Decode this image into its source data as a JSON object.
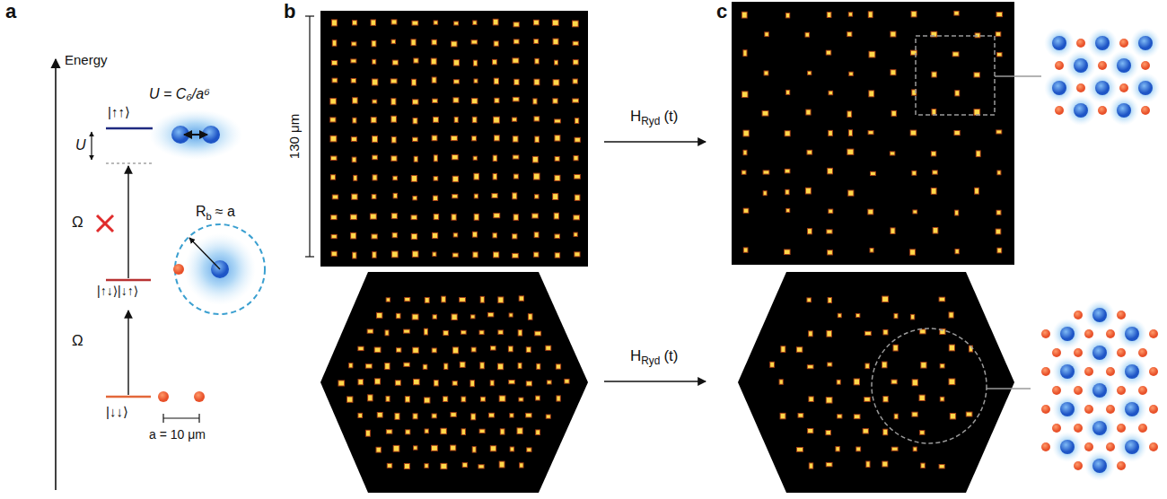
{
  "diagram": {
    "labels": [
      "a",
      "b",
      "c",
      "Energy",
      "|↑↑⟩",
      "U = C₆/a⁶",
      "U",
      "Ω",
      "R",
      "b",
      "≈ a",
      "|↑↓⟩|↓↑⟩",
      "Ω",
      "|↓↓⟩",
      "a = 10 μm",
      "130 μm",
      "H",
      "Ryd",
      "(t)",
      "H",
      "Ryd",
      "(t)"
    ]
  }
}
